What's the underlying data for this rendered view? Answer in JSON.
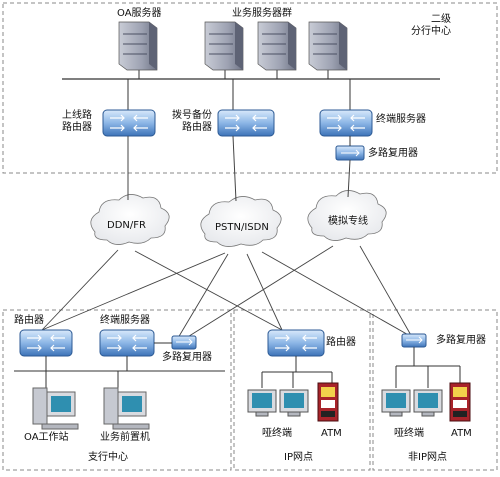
{
  "regions": {
    "level2_center": "二级\n分行中心",
    "branch_center": "支行中心",
    "ip_outlet": "IP网点",
    "non_ip_outlet": "非IP网点"
  },
  "servers": {
    "oa_server": "OA服务器",
    "business_cluster": "业务服务器群"
  },
  "devices": {
    "uplink_router": "上线路\n路由器",
    "dialup_backup_router": "拨号备份\n路由器",
    "terminal_server_top": "终端服务器",
    "multiplexer_top": "多路复用器",
    "router_branch": "路由器",
    "terminal_server_branch": "终端服务器",
    "multiplexer_branch": "多路复用器",
    "router_ip": "路由器",
    "multiplexer_nonip": "多路复用器"
  },
  "clouds": {
    "ddn_fr": "DDN/FR",
    "pstn_isdn": "PSTN/ISDN",
    "analog_line": "模拟专线"
  },
  "endpoints": {
    "oa_workstation": "OA工作站",
    "business_front": "业务前置机",
    "dumb_terminal_ip": "哑终端",
    "atm_ip": "ATM",
    "dumb_terminal_nonip": "哑终端",
    "atm_nonip": "ATM"
  },
  "colors": {
    "dash": "#8a8a8a",
    "line": "#444444",
    "device_blue": "#3d73b8",
    "device_light": "#bcd6f2",
    "server_gray": "#a9adb8",
    "screen_teal": "#2f8fb0",
    "atm_red": "#a8232a"
  }
}
